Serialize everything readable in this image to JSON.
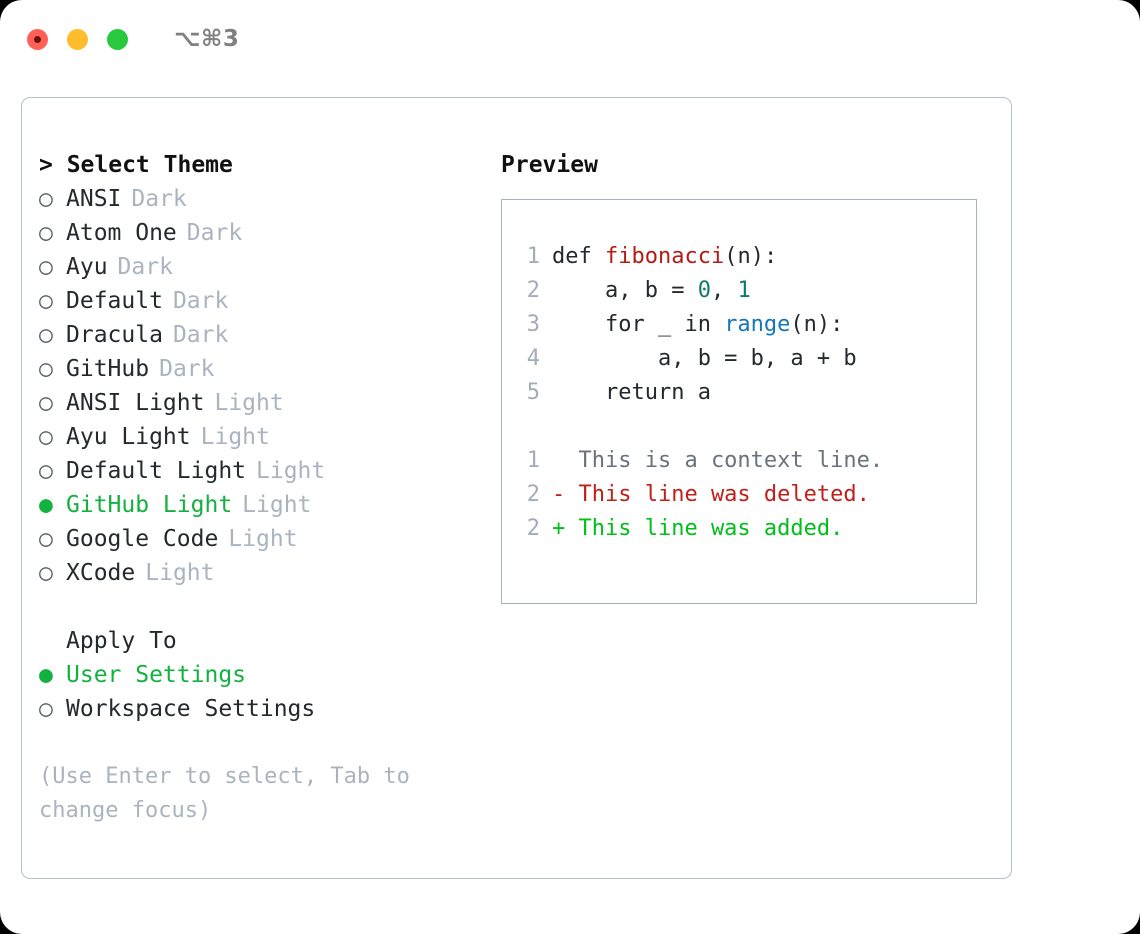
{
  "titlebar": {
    "shortcut": "⌥⌘3",
    "lights": [
      "close-red",
      "minimize-yellow",
      "maximize-green"
    ]
  },
  "left": {
    "header": "> Select Theme",
    "themes": [
      {
        "marker": "○",
        "name": "ANSI",
        "tag": "Dark",
        "selected": false
      },
      {
        "marker": "○",
        "name": "Atom One",
        "tag": "Dark",
        "selected": false
      },
      {
        "marker": "○",
        "name": "Ayu",
        "tag": "Dark",
        "selected": false
      },
      {
        "marker": "○",
        "name": "Default",
        "tag": "Dark",
        "selected": false
      },
      {
        "marker": "○",
        "name": "Dracula",
        "tag": "Dark",
        "selected": false
      },
      {
        "marker": "○",
        "name": "GitHub",
        "tag": "Dark",
        "selected": false
      },
      {
        "marker": "○",
        "name": "ANSI Light",
        "tag": "Light",
        "selected": false
      },
      {
        "marker": "○",
        "name": "Ayu Light",
        "tag": "Light",
        "selected": false
      },
      {
        "marker": "○",
        "name": "Default Light",
        "tag": "Light",
        "selected": false
      },
      {
        "marker": "●",
        "name": "GitHub Light",
        "tag": "Light",
        "selected": true
      },
      {
        "marker": "○",
        "name": "Google Code",
        "tag": "Light",
        "selected": false
      },
      {
        "marker": "○",
        "name": "XCode",
        "tag": "Light",
        "selected": false
      }
    ],
    "apply_to": {
      "title": "Apply To",
      "options": [
        {
          "marker": "●",
          "label": "User Settings",
          "selected": true
        },
        {
          "marker": "○",
          "label": "Workspace Settings",
          "selected": false
        }
      ]
    },
    "hint": "(Use Enter to select, Tab to change focus)"
  },
  "right": {
    "title": "Preview",
    "code": [
      {
        "no": "1",
        "parts": [
          {
            "t": "def ",
            "c": "tok-def"
          },
          {
            "t": "fibonacci",
            "c": "tok-fn"
          },
          {
            "t": "(n):",
            "c": "tok-plain"
          }
        ]
      },
      {
        "no": "2",
        "parts": [
          {
            "t": "    a, b = ",
            "c": "tok-plain"
          },
          {
            "t": "0",
            "c": "tok-num"
          },
          {
            "t": ", ",
            "c": "tok-plain"
          },
          {
            "t": "1",
            "c": "tok-num"
          }
        ]
      },
      {
        "no": "3",
        "parts": [
          {
            "t": "    for _ in ",
            "c": "tok-plain"
          },
          {
            "t": "range",
            "c": "tok-call"
          },
          {
            "t": "(n):",
            "c": "tok-plain"
          }
        ]
      },
      {
        "no": "4",
        "parts": [
          {
            "t": "        a, b = b, a + b",
            "c": "tok-plain"
          }
        ]
      },
      {
        "no": "5",
        "parts": [
          {
            "t": "    return a",
            "c": "tok-plain"
          }
        ]
      }
    ],
    "diff": [
      {
        "no": "1",
        "text": "  This is a context line.",
        "kind": "diff-context"
      },
      {
        "no": "2",
        "text": "- This line was deleted.",
        "kind": "diff-del"
      },
      {
        "no": "2",
        "text": "+ This line was added.",
        "kind": "diff-add"
      }
    ]
  },
  "colors": {
    "accent_green": "#13b13f",
    "diff_add": "#00bf19",
    "diff_del": "#c0201a",
    "muted": "#aab4c0",
    "border": "#b6c0cc"
  }
}
